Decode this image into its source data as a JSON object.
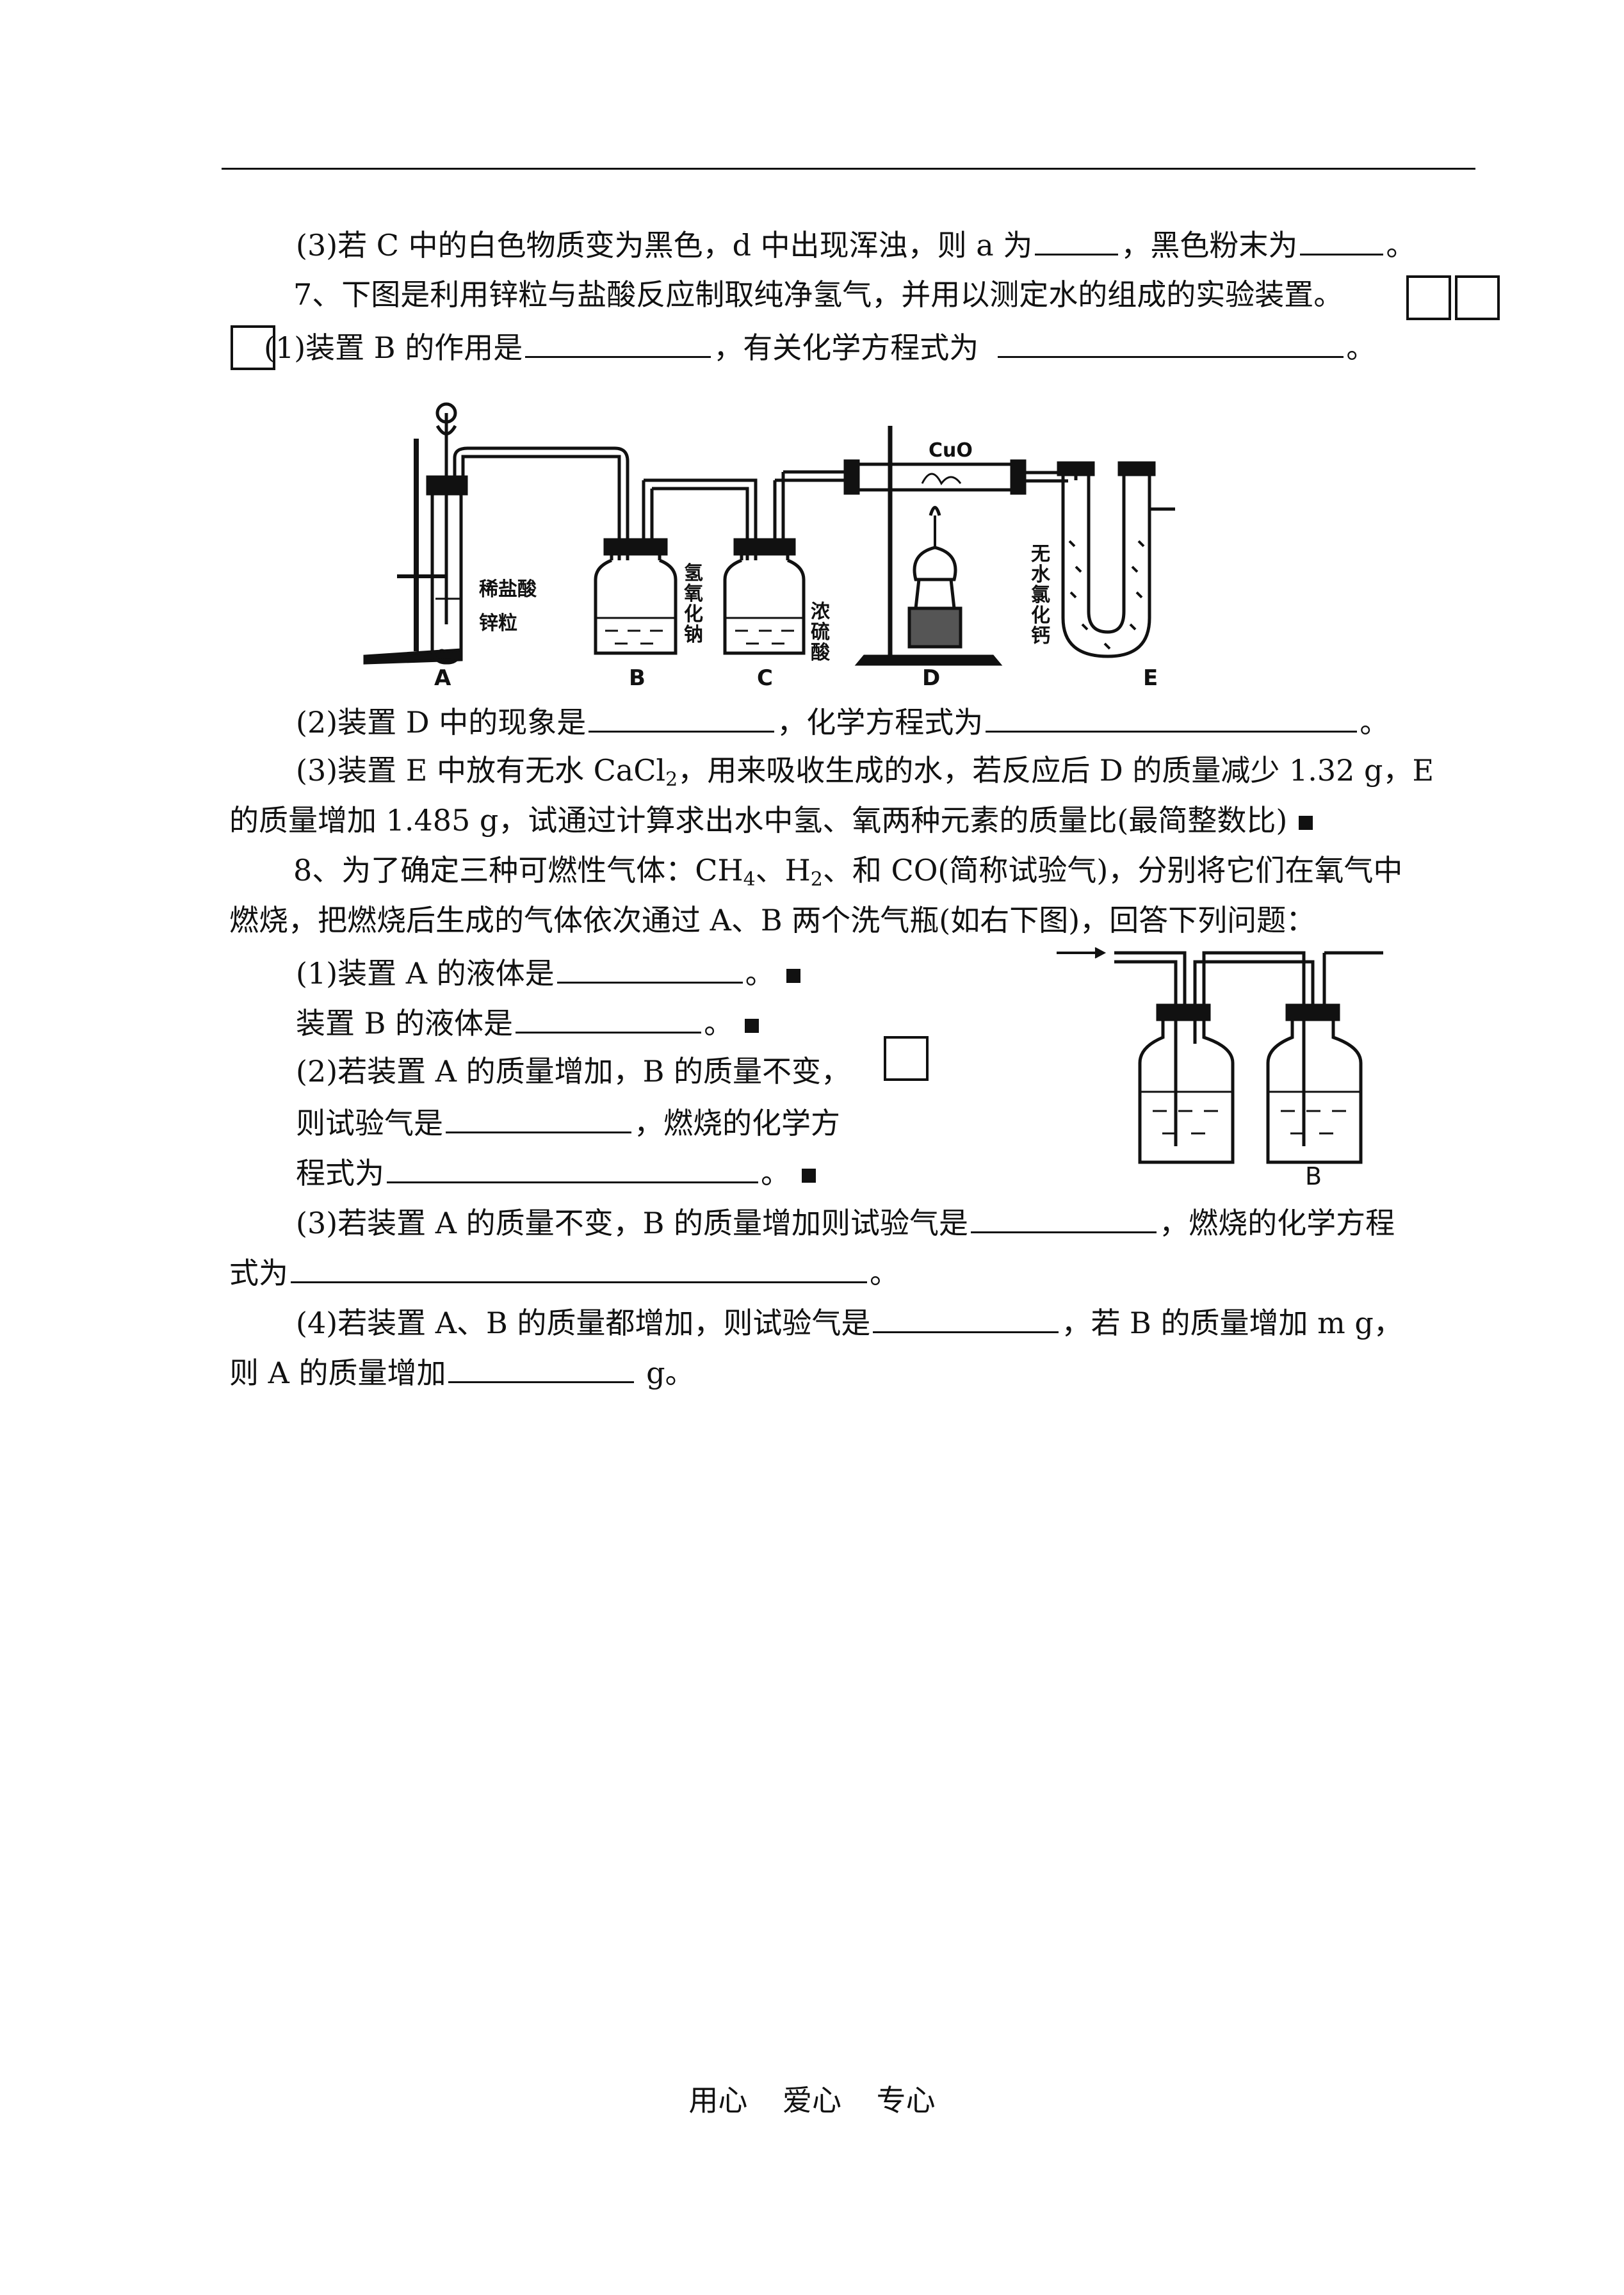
{
  "q6_3": {
    "a": "(3)若 C 中的白色物质变为黑色，d 中出现浑浊，则 a 为",
    "b": "，黑色粉末为",
    "c": "。"
  },
  "q7": {
    "intro": "7、下图是利用锌粒与盐酸反应制取纯净氢气，并用以测定水的组成的实验装置。",
    "p1": {
      "a": "(1)装置 B 的作用是",
      "b": "，有关化学方程式为",
      "c": "。"
    },
    "p2": {
      "a": "(2)装置 D 中的现象是",
      "b": "，化学方程式为",
      "c": "。"
    },
    "p3": {
      "line1a": "(3)装置 E 中放有无水 CaCl",
      "line1sub": "2",
      "line1b": "，用来吸收生成的水，若反应后 D 的质量减少 1.32 g，E",
      "line2": "的质量增加 1.485 g，试通过计算求出水中氢、氧两种元素的质量比(最简整数比)"
    },
    "figure": {
      "labels": {
        "A": "A",
        "B": "B",
        "C": "C",
        "D": "D",
        "E": "E",
        "dilute_hcl": "稀盐酸",
        "zinc": "锌粒",
        "naoh": [
          "氢",
          "氧",
          "化",
          "钠"
        ],
        "h2so4": [
          "浓",
          "硫",
          "酸"
        ],
        "cuo": "CuO",
        "cacl2": [
          "无",
          "水",
          "氯",
          "化",
          "钙"
        ]
      }
    }
  },
  "q8": {
    "intro1a": "8、为了确定三种可燃性气体：CH",
    "intro1sub1": "4",
    "intro1b": "、H",
    "intro1sub2": "2",
    "intro1c": "、和 CO(简称试验气)，分别将它们在氧气中",
    "intro2": "燃烧，把燃烧后生成的气体依次通过 A、B 两个洗气瓶(如右下图)，回答下列问题：",
    "p1a": {
      "a": "(1)装置 A 的液体是",
      "b": "。"
    },
    "p1b": {
      "a": "装置 B 的液体是",
      "b": "。"
    },
    "p2": {
      "l1": "(2)若装置 A 的质量增加，B 的质量不变，",
      "l2a": "则试验气是",
      "l2b": "，燃烧的化学方",
      "l3a": "程式为",
      "l3b": "。"
    },
    "p3": {
      "a": "(3)若装置 A 的质量不变，B 的质量增加则试验气是",
      "b": "，燃烧的化学方程",
      "l2a": "式为",
      "l2b": "。"
    },
    "p4": {
      "a": "(4)若装置 A、B 的质量都增加，则试验气是",
      "b": "，若 B 的质量增加 m g，",
      "l2a": "则 A 的质量增加",
      "l2b": " g。"
    },
    "figure": {
      "label_b": "B"
    }
  },
  "footer": "用心 爱心 专心"
}
